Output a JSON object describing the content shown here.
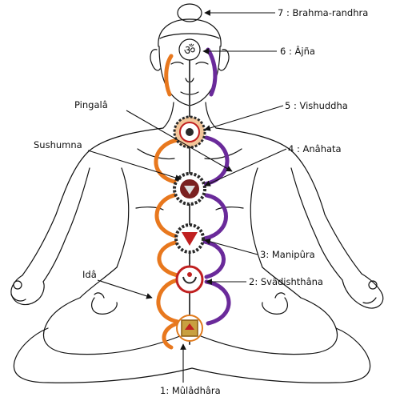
{
  "colors": {
    "pingala_channel": "#e8781e",
    "ida_channel": "#6a2a9a",
    "outline": "#111111",
    "chakra_dark": "#2a2a2a",
    "chakra_red": "#c02020",
    "chakra_orange": "#e07a1c",
    "chakra_gold": "#c8a040"
  },
  "labels": {
    "brahma_randhra": "7 : Brahma-randhra",
    "ajna": "6 : Âjña",
    "vishuddha": "5 : Vishuddha",
    "anahata": "4 : Anâhata",
    "manipura": "3: Manipûra",
    "svadhisthana": "2: Svâdishthâna",
    "muladhara": "1: Mûlâdhâra",
    "pingala": "Pingalâ",
    "sushumna": "Sushumna",
    "ida": "Idâ"
  },
  "chakra_symbols": {
    "ajna": "ॐ"
  }
}
